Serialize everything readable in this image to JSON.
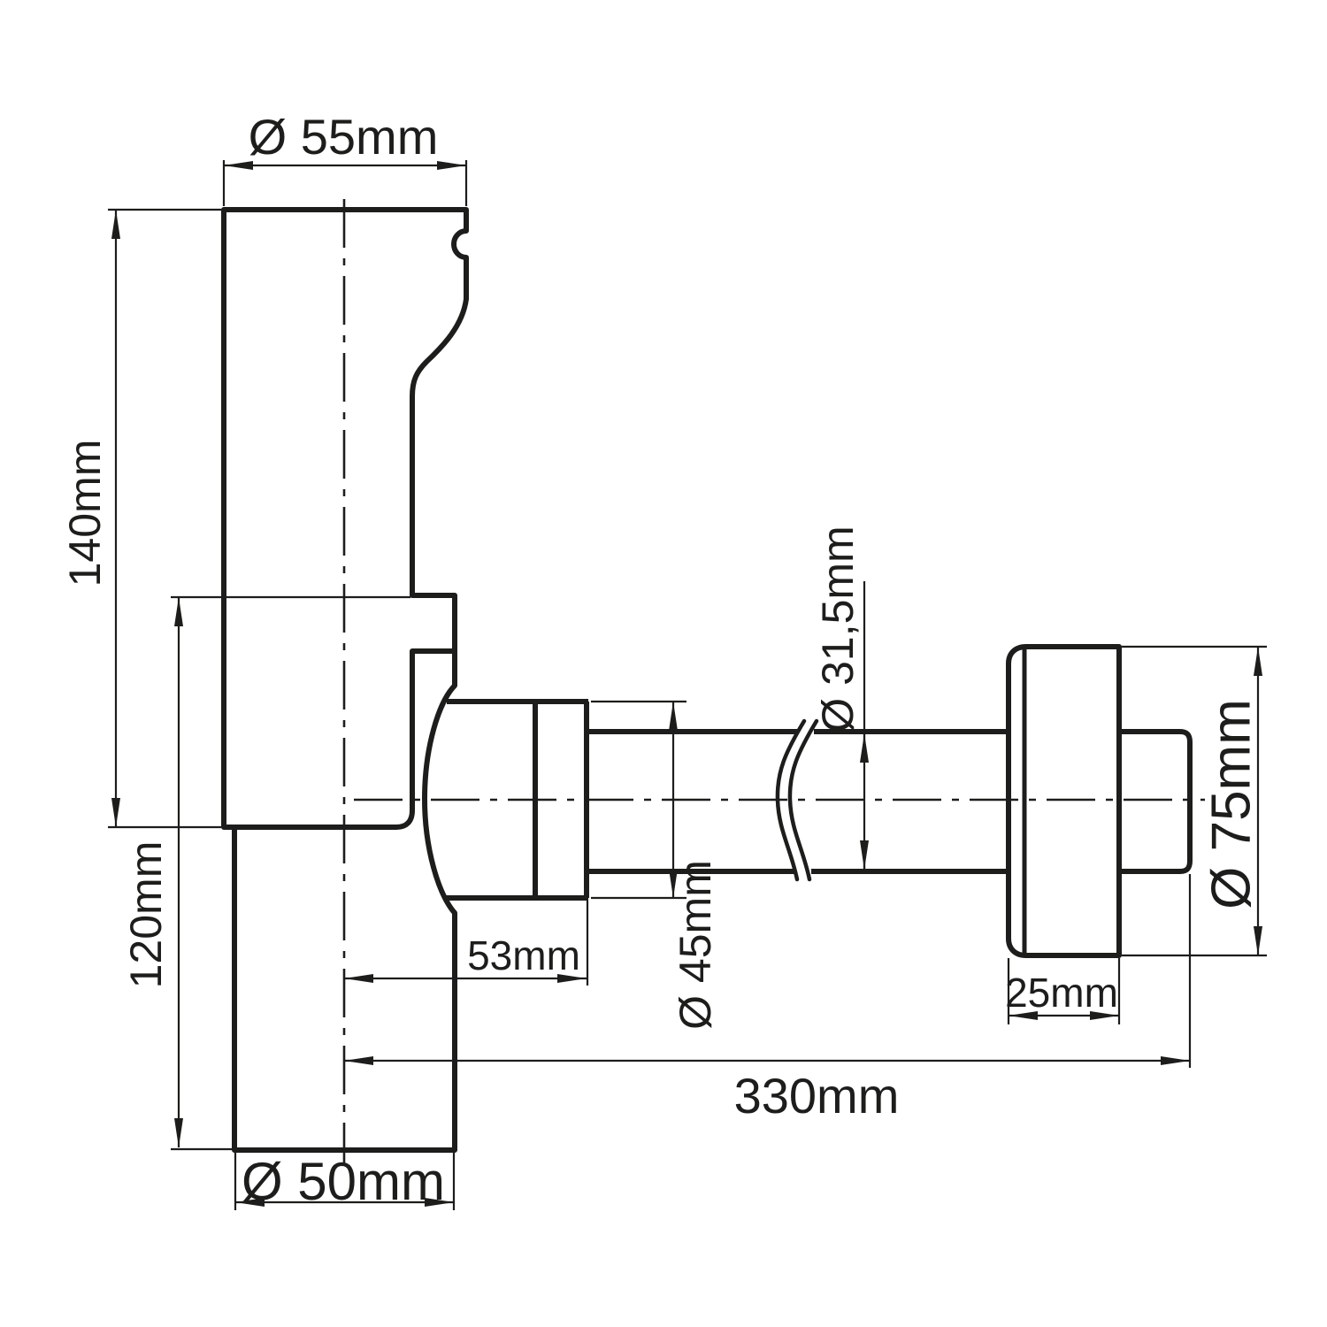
{
  "drawing": {
    "kind": "technical-dimension-drawing",
    "subject": "bottle trap siphon with wall outlet pipe and rosette",
    "line_color": "#1d1d1b",
    "background": "#ffffff",
    "labels": {
      "dia_sleeve": "Ø 55mm",
      "height_sleeve": "140mm",
      "height_tail": "120mm",
      "dia_tail": "Ø 50mm",
      "trap_offset": "53mm",
      "dia_nut": "Ø 45mm",
      "dia_pipe": "Ø 31,5mm",
      "rosette_depth": "25mm",
      "dia_rosette": "Ø 75mm",
      "length_pipe": "330mm"
    }
  }
}
